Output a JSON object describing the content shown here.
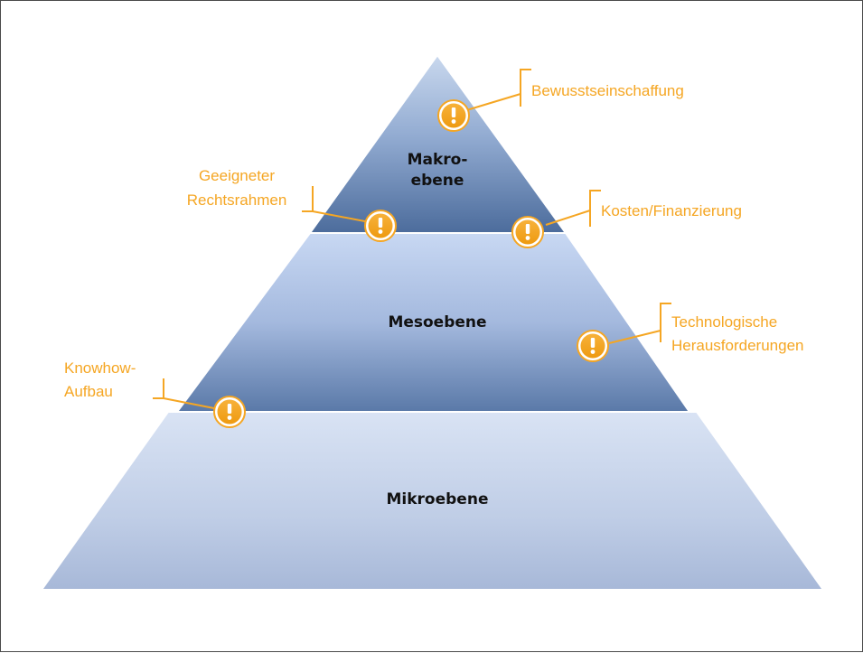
{
  "colors": {
    "accent": "#F5A623",
    "label_text": "#111111",
    "tier_light": "#D6E2F5",
    "tier_dark": "#4E6E9E"
  },
  "tiers": {
    "top": {
      "line1": "Makro-",
      "line2": "ebene"
    },
    "middle": {
      "label": "Mesoebene"
    },
    "bottom": {
      "label": "Mikroebene"
    }
  },
  "callouts": {
    "bewusstsein": {
      "label": "Bewusstseinschaffung",
      "icon": "exclamation-icon"
    },
    "rechtsrahmen": {
      "line1": "Geeigneter",
      "line2": "Rechtsrahmen",
      "icon": "exclamation-icon"
    },
    "kosten": {
      "label": "Kosten/Finanzierung",
      "icon": "exclamation-icon"
    },
    "technologie": {
      "line1": "Technologische",
      "line2": "Herausforderungen",
      "icon": "exclamation-icon"
    },
    "knowhow": {
      "line1": "Knowhow-",
      "line2": "Aufbau",
      "icon": "exclamation-icon"
    }
  }
}
